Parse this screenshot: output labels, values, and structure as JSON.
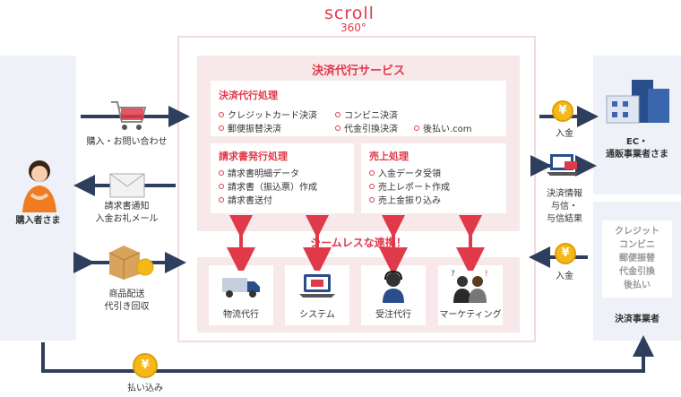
{
  "logo": {
    "main": "scroll",
    "sub": "360°"
  },
  "buyer": {
    "label": "購入者さま"
  },
  "ec": {
    "label1": "EC・",
    "label2": "通販事業者さま"
  },
  "payment_provider": {
    "types": [
      "クレジット",
      "コンビニ",
      "郵便振替",
      "代金引換",
      "後払い"
    ],
    "label": "決済事業者"
  },
  "left_flows": {
    "inquiry": "購入・お問い合わせ",
    "invoice": [
      "請求書通知",
      "入金お礼メール"
    ],
    "delivery": [
      "商品配送",
      "代引き回収"
    ]
  },
  "right_flows": {
    "deposit_top": "入金",
    "info": [
      "決済情報",
      "与信・",
      "与信結果"
    ],
    "deposit_bottom": "入金"
  },
  "bottom_flow": {
    "label": "払い込み"
  },
  "service": {
    "title": "決済代行サービス",
    "payment": {
      "title": "決済代行処理",
      "items": [
        "クレジットカード決済",
        "コンビニ決済",
        "郵便振替決済",
        "代金引換決済",
        "後払い.com"
      ]
    },
    "invoice": {
      "title": "請求書発行処理",
      "items": [
        "請求書明細データ",
        "請求書（振込票）作成",
        "請求書送付"
      ]
    },
    "sales": {
      "title": "売上処理",
      "items": [
        "入金データ受領",
        "売上レポート作成",
        "売上金振り込み"
      ]
    }
  },
  "seamless": "シームレスな連携！",
  "partners": [
    {
      "label": "物流代行",
      "icon": "truck-icon"
    },
    {
      "label": "システム",
      "icon": "laptop-icon"
    },
    {
      "label": "受注代行",
      "icon": "operator-icon"
    },
    {
      "label": "マーケティング",
      "icon": "people-icon"
    }
  ],
  "colors": {
    "accent": "#e0394a",
    "arrow": "#2d3e5e",
    "panel": "#eef1f7",
    "pink": "#f7e8ea",
    "coin": "#f4b81c"
  }
}
